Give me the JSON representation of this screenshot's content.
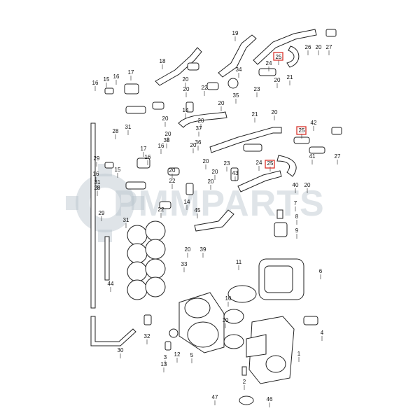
{
  "watermark": {
    "text": "PMMPARTS"
  },
  "accent_colors": {
    "highlight": "#d9322b",
    "line": "#222222",
    "watermark": "#b9c3cc"
  },
  "labels": [
    {
      "t": "19"
    },
    {
      "t": "26"
    },
    {
      "t": "20"
    },
    {
      "t": "27"
    },
    {
      "t": "25"
    },
    {
      "t": "24"
    },
    {
      "t": "20"
    },
    {
      "t": "21"
    },
    {
      "t": "18"
    },
    {
      "t": "34"
    },
    {
      "t": "23"
    },
    {
      "t": "35"
    },
    {
      "t": "20"
    },
    {
      "t": "20"
    },
    {
      "t": "22"
    },
    {
      "t": "17"
    },
    {
      "t": "16"
    },
    {
      "t": "15"
    },
    {
      "t": "16"
    },
    {
      "t": "14"
    },
    {
      "t": "20"
    },
    {
      "t": "20"
    },
    {
      "t": "31"
    },
    {
      "t": "28"
    },
    {
      "t": "21"
    },
    {
      "t": "20"
    },
    {
      "t": "42"
    },
    {
      "t": "25"
    },
    {
      "t": "37"
    },
    {
      "t": "36"
    },
    {
      "t": "38"
    },
    {
      "t": "17"
    },
    {
      "t": "16"
    },
    {
      "t": "16"
    },
    {
      "t": "29"
    },
    {
      "t": "20"
    },
    {
      "t": "22"
    },
    {
      "t": "20"
    },
    {
      "t": "23"
    },
    {
      "t": "43"
    },
    {
      "t": "20"
    },
    {
      "t": "24"
    },
    {
      "t": "25"
    },
    {
      "t": "41"
    },
    {
      "t": "27"
    },
    {
      "t": "16"
    },
    {
      "t": "15"
    },
    {
      "t": "31"
    },
    {
      "t": "28"
    },
    {
      "t": "40"
    },
    {
      "t": "20"
    },
    {
      "t": "14"
    },
    {
      "t": "45"
    },
    {
      "t": "29"
    },
    {
      "t": "31"
    },
    {
      "t": "22"
    },
    {
      "t": "7"
    },
    {
      "t": "8"
    },
    {
      "t": "9"
    },
    {
      "t": "20"
    },
    {
      "t": "39"
    },
    {
      "t": "33"
    },
    {
      "t": "44"
    },
    {
      "t": "11"
    },
    {
      "t": "6"
    },
    {
      "t": "10"
    },
    {
      "t": "10"
    },
    {
      "t": "4"
    },
    {
      "t": "5"
    },
    {
      "t": "3"
    },
    {
      "t": "32"
    },
    {
      "t": "30"
    },
    {
      "t": "12"
    },
    {
      "t": "13"
    },
    {
      "t": "1"
    },
    {
      "t": "2"
    },
    {
      "t": "47"
    },
    {
      "t": "46"
    },
    {
      "t": "20"
    },
    {
      "t": "20"
    },
    {
      "t": "20"
    },
    {
      "t": "20"
    }
  ]
}
